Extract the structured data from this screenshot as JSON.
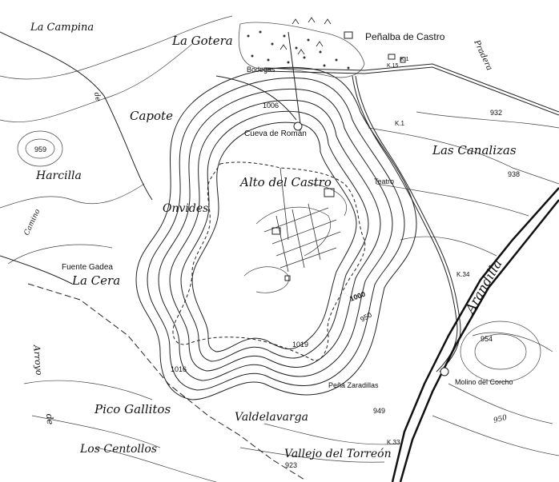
{
  "map": {
    "places": {
      "la_campina": "La Campina",
      "la_gotera": "La Gotera",
      "penalba": "Peñalba de Castro",
      "capote": "Capote",
      "cueva_roman": "Cueva de Román",
      "bodegas": "Bodegas",
      "alto_castro": "Alto del Castro",
      "las_canalizas": "Las Canalizas",
      "harcilla": "Harcilla",
      "onvides": "Onvides",
      "teatro": "Teatro",
      "fuente_gadea": "Fuente Gadea",
      "la_cera": "La Cera",
      "arandilla": "Arandilla",
      "pico_gallitos": "Pico Gallitos",
      "valdelavarga": "Valdelavarga",
      "pena_zaradillas": "Peña Zaradillas",
      "molino_corcho": "Molino del Corcho",
      "los_centollos": "Los Centollos",
      "vallejo_torreon": "Vallejo del Torreón",
      "camino": "Camino",
      "de": "de",
      "pradera": "Pradera",
      "arroyo": "Arroyo",
      "de_lower": "de"
    },
    "elevations": {
      "e1006": "1006",
      "e959": "959",
      "e932": "932",
      "e938": "938",
      "e1000": "1000",
      "e950": "950",
      "e1019": "1019",
      "e1016": "1016",
      "e954": "954",
      "e949": "949",
      "e950b": "950",
      "e923": "923"
    },
    "km_marks": {
      "k1": "K.1",
      "k34": "K.34",
      "k33": "K.33",
      "k15": "K.15",
      "k1b": "K.1"
    }
  }
}
